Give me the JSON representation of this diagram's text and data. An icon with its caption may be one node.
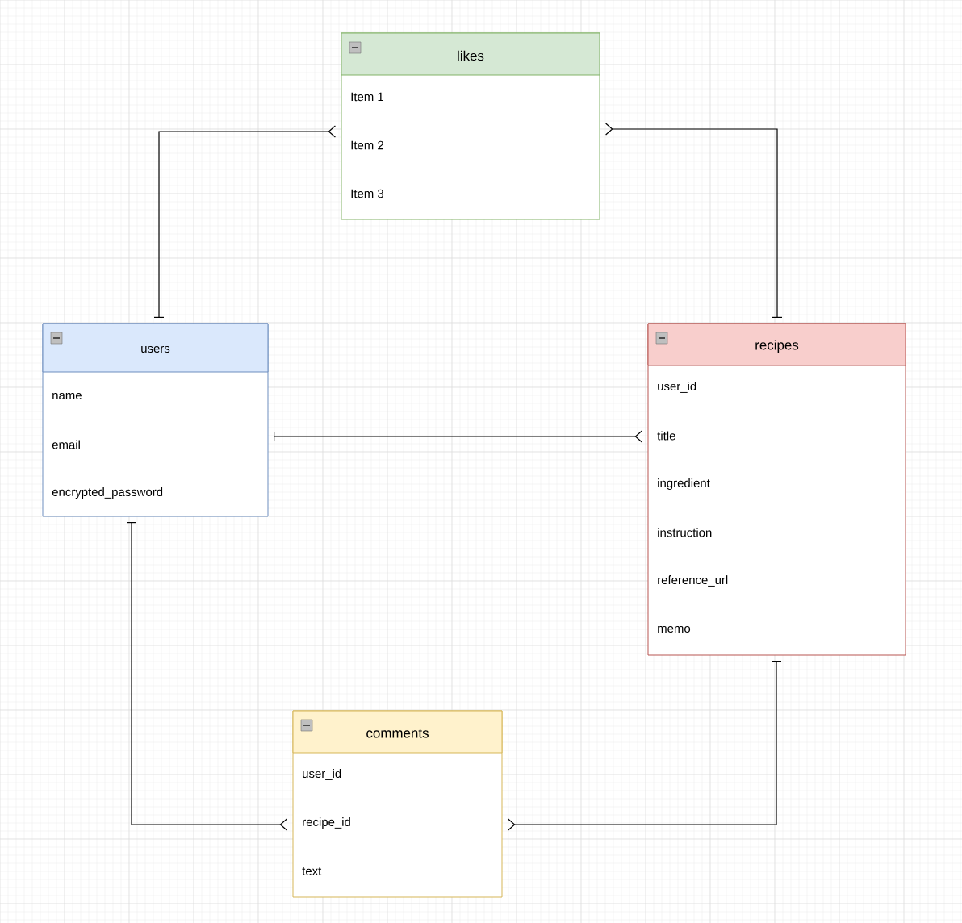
{
  "diagram": {
    "nodes": [
      {
        "text": [
          "likes",
          "Item 1",
          "Item 2",
          "Item 3"
        ]
      },
      {
        "text": [
          "users",
          "name",
          "email",
          "encrypted_password"
        ]
      },
      {
        "text": [
          "recipes",
          "user_id",
          "title",
          "ingredient",
          "instruction",
          "reference_url",
          "memo"
        ]
      },
      {
        "text": [
          "comments",
          "user_id",
          "recipe_id",
          "text"
        ]
      }
    ],
    "edges": [
      {
        "from": 1,
        "to": 0,
        "arrow": "other"
      },
      {
        "from": 2,
        "to": 0,
        "arrow": "other"
      },
      {
        "from": 1,
        "to": 2,
        "arrow": "other"
      },
      {
        "from": 1,
        "to": 3,
        "arrow": "other"
      },
      {
        "from": 2,
        "to": 3,
        "arrow": "other"
      }
    ]
  }
}
